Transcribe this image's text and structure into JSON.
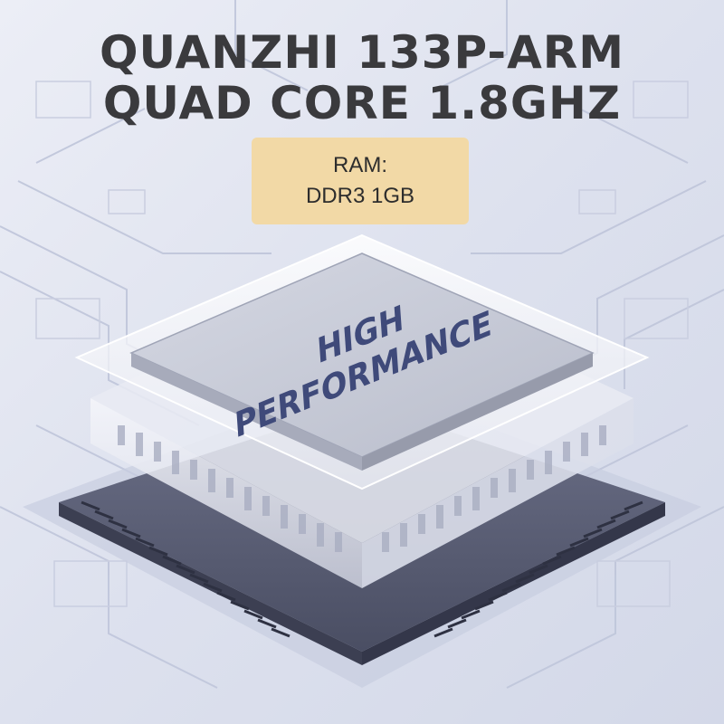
{
  "headline": {
    "line1": "QUANZHI 133P-ARM",
    "line2": "QUAD CORE 1.8GHZ"
  },
  "spec": {
    "label": "RAM:",
    "value": "DDR3 1GB"
  },
  "chip": {
    "line1": "HIGH",
    "line2": "PERFORMANCE"
  },
  "colors": {
    "background": "#dfe2ee",
    "headline": "#3a3a3d",
    "spec_box": "#f2d9a6",
    "chip_text": "#3f4a7a"
  }
}
